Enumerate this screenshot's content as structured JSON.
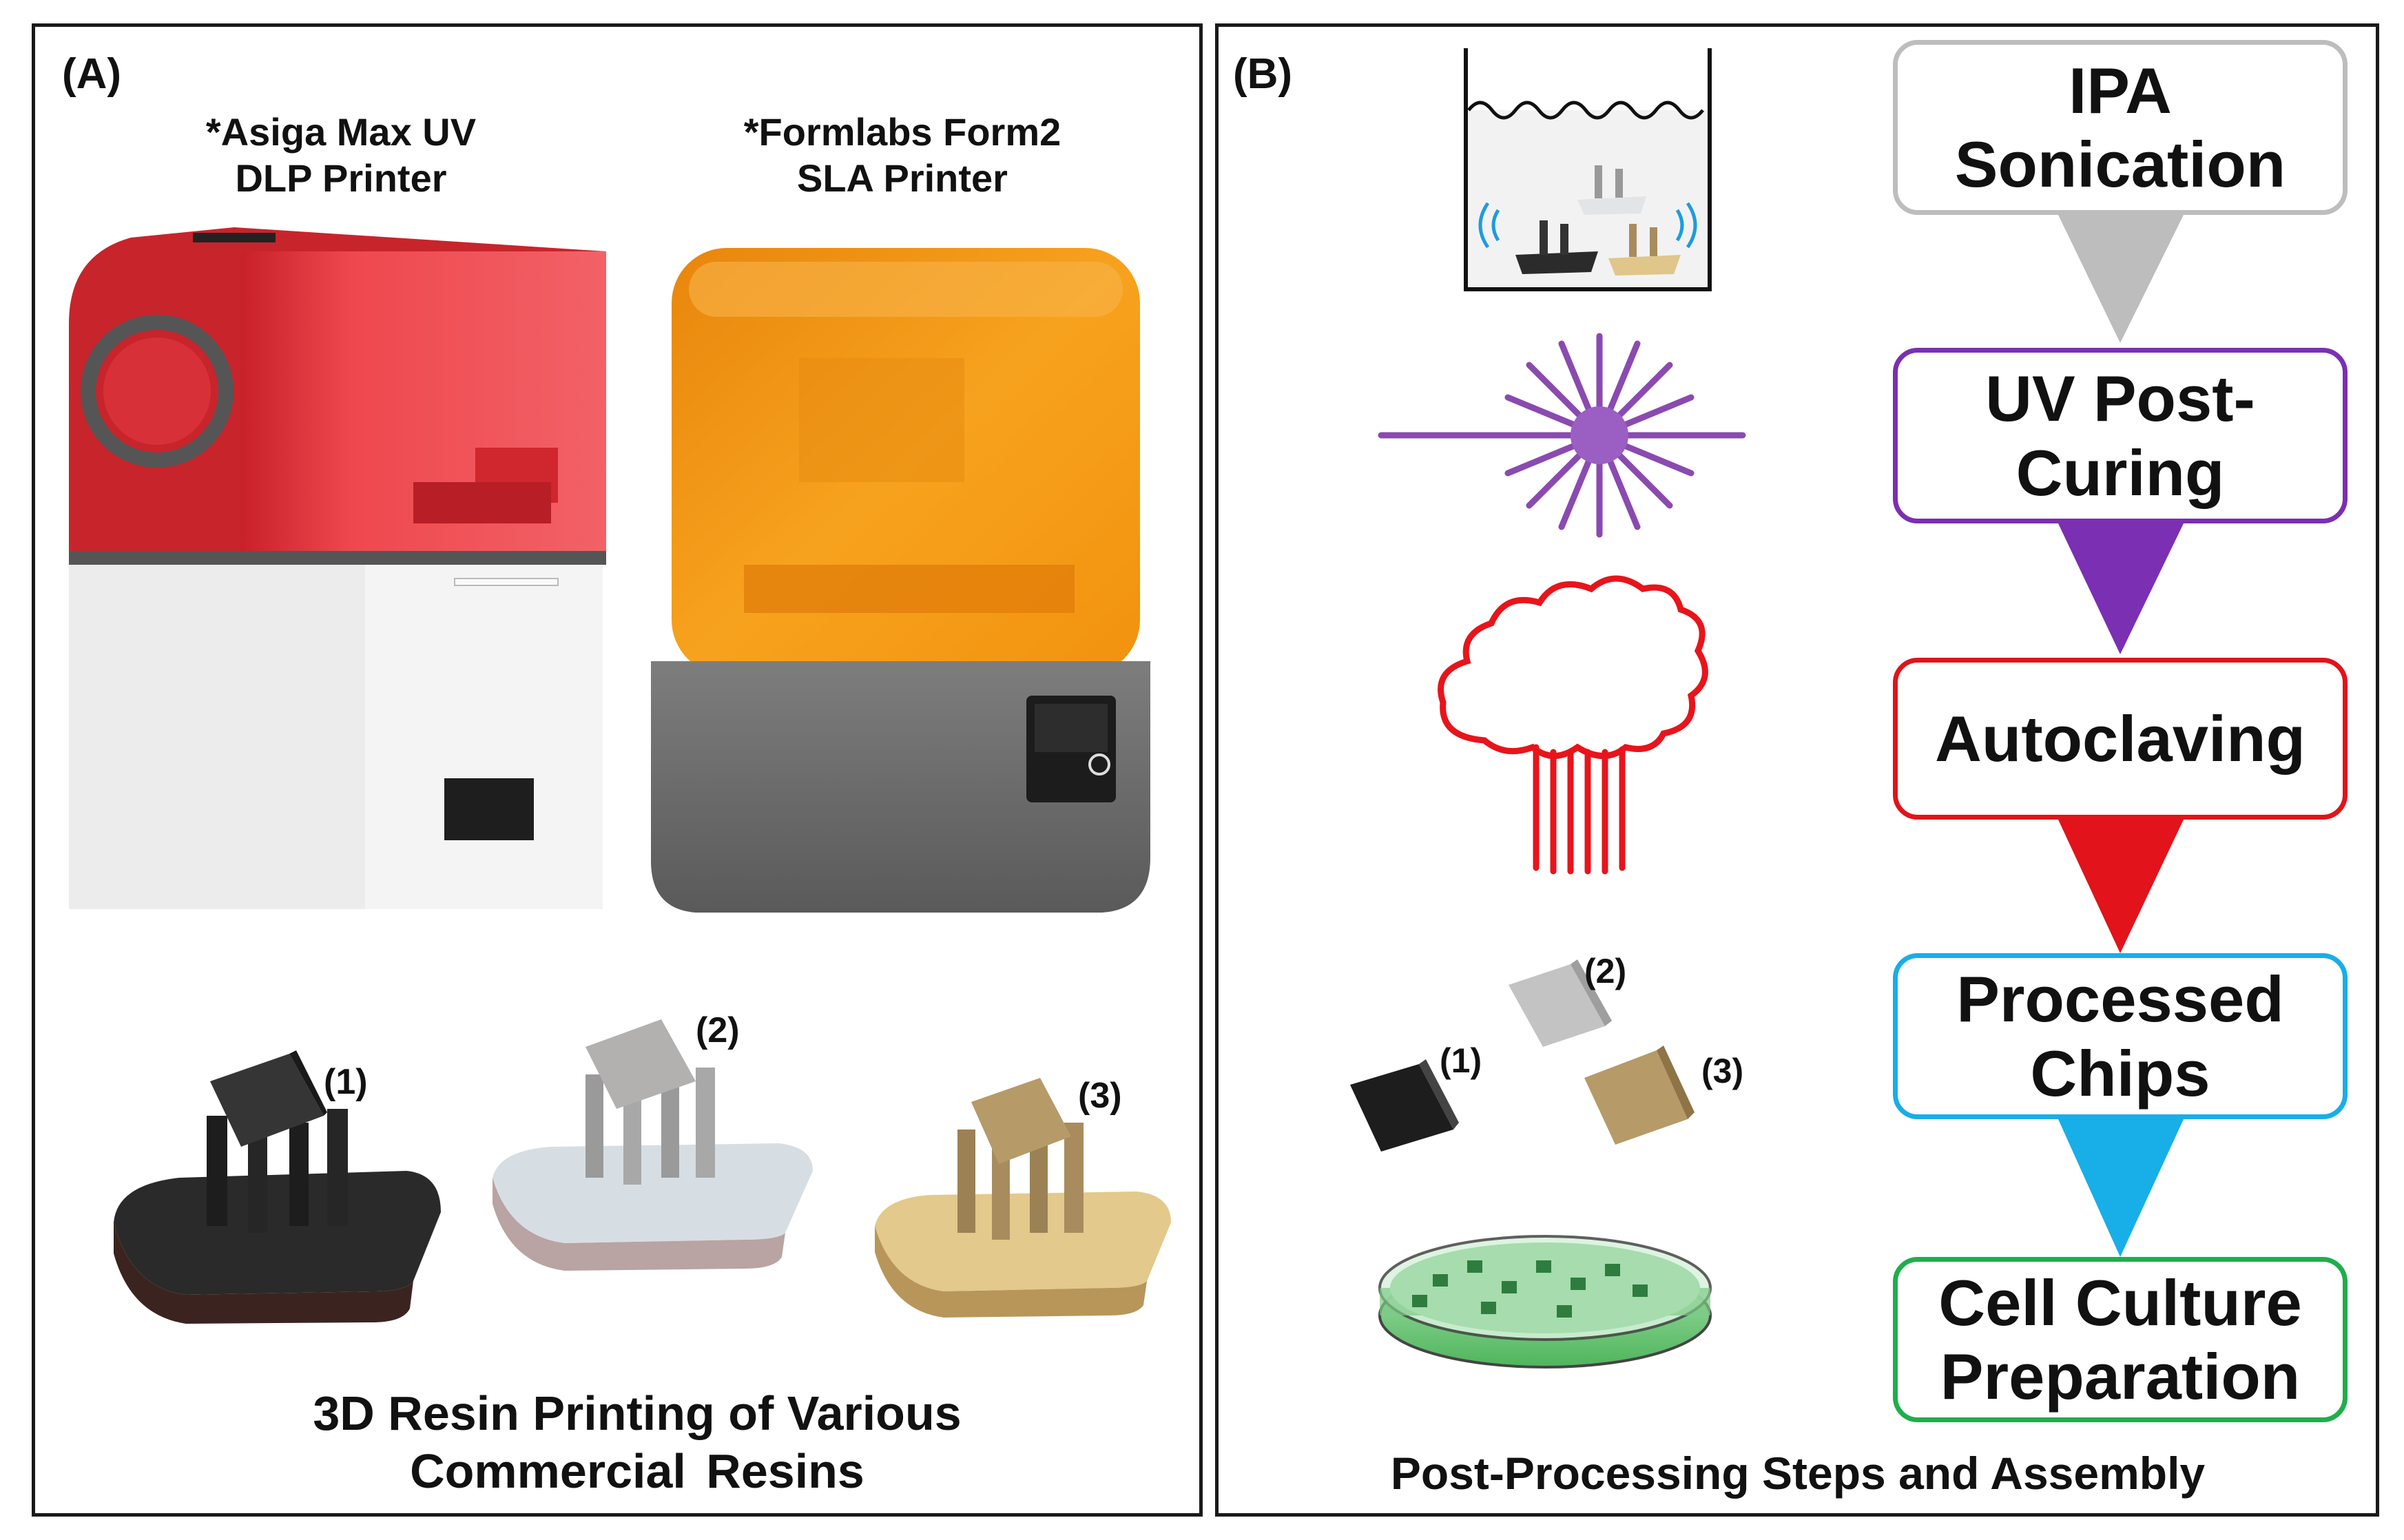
{
  "panel_a": {
    "label": "(A)",
    "printer1": {
      "line1": "*Asiga Max UV",
      "line2": "DLP Printer"
    },
    "printer2": {
      "line1": "*Formlabs Form2",
      "line2": "SLA Printer"
    },
    "samples": [
      "(1)",
      "(2)",
      "(3)"
    ],
    "caption": {
      "line1": "3D Resin Printing of Various",
      "line2": "Commercial  Resins"
    }
  },
  "panel_b": {
    "label": "(B)",
    "steps": [
      {
        "line1": "IPA",
        "line2": "Sonication",
        "color": "#bdbdbd"
      },
      {
        "line1": "UV Post-",
        "line2": "Curing",
        "color": "#7b2fb3"
      },
      {
        "line1": "Autoclaving",
        "line2": "",
        "color": "#e2131a"
      },
      {
        "line1": "Processed",
        "line2": "Chips",
        "color": "#18aee8"
      },
      {
        "line1": "Cell Culture",
        "line2": "Preparation",
        "color": "#1fae4b"
      }
    ],
    "chips": [
      "(1)",
      "(2)",
      "(3)"
    ],
    "caption": "Post-Processing Steps and Assembly"
  }
}
